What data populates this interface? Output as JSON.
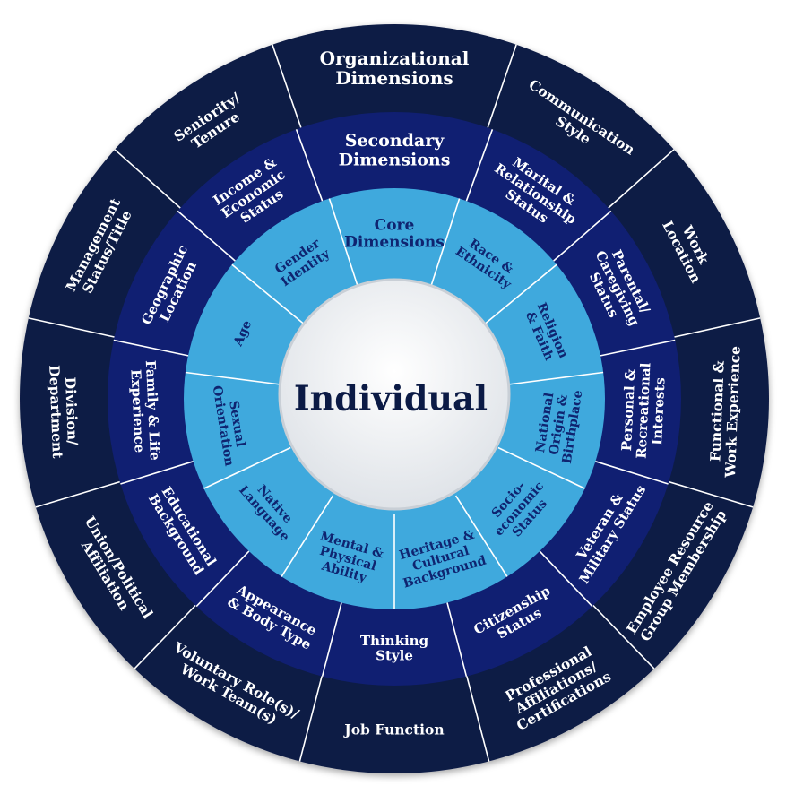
{
  "center": {
    "label": "Individual"
  },
  "colors": {
    "outer": "#0b1a45",
    "secondary": "#101f72",
    "core": "#3fa9dd",
    "divider": "#ffffff",
    "center_fill": "#f1f3f5",
    "center_text": "#0b1a45",
    "core_text": "#0f2470",
    "light_text": "#ffffff"
  },
  "organizational": {
    "title": [
      "Organizational",
      "Dimensions"
    ],
    "items": [
      [
        "Communication",
        "Style"
      ],
      [
        "Work",
        "Location"
      ],
      [
        "Functional &",
        "Work Experience"
      ],
      [
        "Employee Resource",
        "Group Membership"
      ],
      [
        "Professional",
        "Affiliations/",
        "Certifications"
      ],
      [
        "Job Function"
      ],
      [
        "Voluntary Role(s)/",
        "Work Team(s)"
      ],
      [
        "Union/Political",
        "Affiliation"
      ],
      [
        "Division/",
        "Department"
      ],
      [
        "Management",
        "Status/Title"
      ],
      [
        "Seniority/",
        "Tenure"
      ]
    ]
  },
  "secondary": {
    "title": [
      "Secondary",
      "Dimensions"
    ],
    "items": [
      [
        "Marital &",
        "Relationship",
        "Status"
      ],
      [
        "Parental/",
        "Caregiving",
        "Status"
      ],
      [
        "Personal &",
        "Recreational",
        "Interests"
      ],
      [
        "Veteran &",
        "Military Status"
      ],
      [
        "Citizenship",
        "Status"
      ],
      [
        "Thinking",
        "Style"
      ],
      [
        "Appearance",
        "& Body Type"
      ],
      [
        "Educational",
        "Background"
      ],
      [
        "Family & Life",
        "Experience"
      ],
      [
        "Geographic",
        "Location"
      ],
      [
        "Income &",
        "Economic",
        "Status"
      ]
    ]
  },
  "core": {
    "title": [
      "Core",
      "Dimensions"
    ],
    "items": [
      [
        "Race &",
        "Ethnicity"
      ],
      [
        "Religion",
        "& Faith"
      ],
      [
        "National",
        "Origin &",
        "Birthplace"
      ],
      [
        "Socio-",
        "economic",
        "Status"
      ],
      [
        "Heritage &",
        "Cultural",
        "Background"
      ],
      [
        "Mental &",
        "Physical",
        "Ability"
      ],
      [
        "Native",
        "Language"
      ],
      [
        "Sexual",
        "Orientation"
      ],
      [
        "Age"
      ],
      [
        "Gender",
        "Identity"
      ]
    ]
  }
}
